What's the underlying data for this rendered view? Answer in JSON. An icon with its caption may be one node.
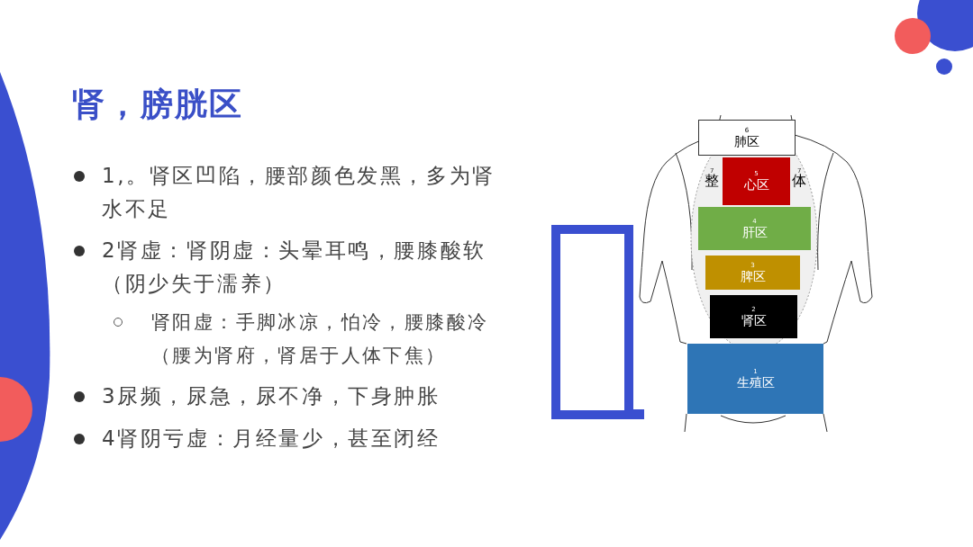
{
  "diagram": {
    "title": "肾，膀胱区",
    "nodes": [
      {
        "text": [
          "6",
          "肺区"
        ]
      },
      {
        "text": [
          "5",
          "心区"
        ]
      },
      {
        "text": [
          "4",
          "肝区"
        ]
      },
      {
        "text": [
          "3",
          "脾区"
        ]
      },
      {
        "text": [
          "2",
          "肾区"
        ]
      },
      {
        "text": [
          "1",
          "生殖区"
        ]
      }
    ],
    "labels": [
      "1,。肾区凹陷，腰部颜色发黑，多为肾水不足",
      "2肾虚：肾阴虚：头晕耳鸣，腰膝酸软（阴少失于濡养）",
      "肾阳虚：手脚冰凉，怕冷，腰膝酸冷（腰为肾府，肾居于人体下焦）",
      "3尿频，尿急，尿不净，下身肿胀",
      "4肾阴亏虚：月经量少，甚至闭经",
      "7",
      "整",
      "7",
      "体"
    ]
  }
}
